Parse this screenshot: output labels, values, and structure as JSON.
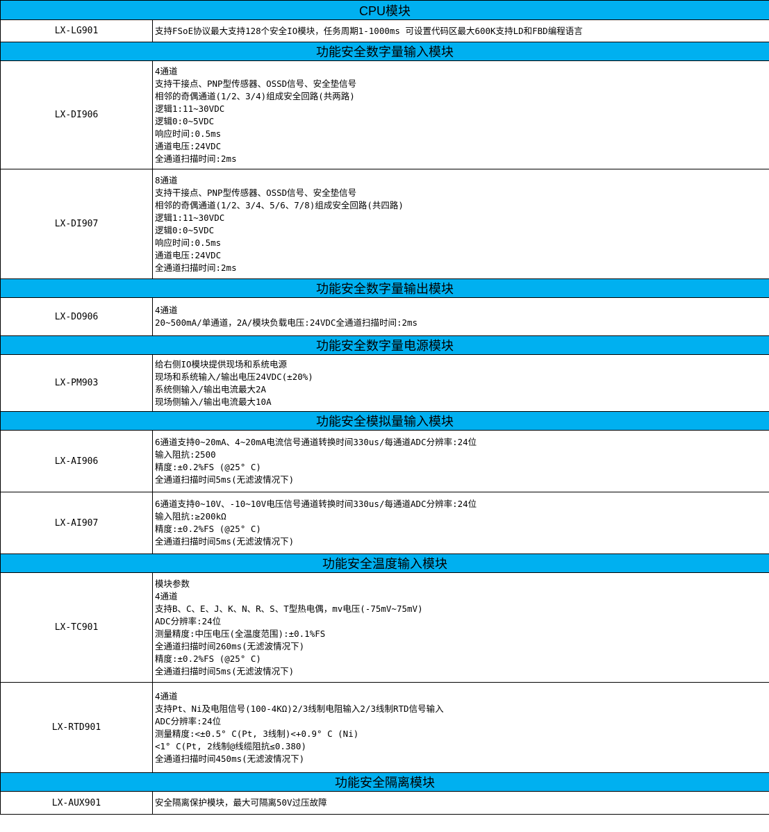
{
  "sections": [
    {
      "title": "CPU模块",
      "rows": [
        {
          "model": "LX-LG901",
          "lines": [
            "支持FSoE协议最大支持128个安全IO模块，任务周期1-1000ms 可设置代码区最大600K支持LD和FBD编程语言"
          ]
        }
      ]
    },
    {
      "title": "功能安全数字量输入模块",
      "rows": [
        {
          "model": "LX-DI906",
          "lines": [
            "4通道",
            "支持干接点、PNP型传感器、OSSD信号、安全垫信号",
            "相邻的奇偶通道(1/2、3/4)组成安全回路(共两路)",
            "逻辑1:11~30VDC",
            "逻辑0:0~5VDC",
            "响应时间:0.5ms",
            "通道电压:24VDC",
            "全通道扫描时间:2ms"
          ]
        },
        {
          "model": "LX-DI907",
          "lines": [
            "8通道",
            "支持干接点、PNP型传感器、OSSD信号、安全垫信号",
            "相邻的奇偶通道(1/2、3/4、5/6、7/8)组成安全回路(共四路)",
            "逻辑1:11~30VDC",
            "逻辑0:0~5VDC",
            "响应时间:0.5ms",
            "通道电压:24VDC",
            "全通道扫描时间:2ms"
          ]
        }
      ]
    },
    {
      "title": "功能安全数字量输出模块",
      "rows": [
        {
          "model": "LX-DO906",
          "lines": [
            "4通道",
            "20~500mA/单通道，2A/模块负载电压:24VDC全通道扫描时间:2ms"
          ]
        }
      ]
    },
    {
      "title": "功能安全数字量电源模块",
      "rows": [
        {
          "model": "LX-PM903",
          "lines": [
            "给右侧IO模块提供现场和系统电源",
            "现场和系统输入/输出电压24VDC(±20%)",
            "系统侧输入/输出电流最大2A",
            "现场侧输入/输出电流最大10A"
          ]
        }
      ]
    },
    {
      "title": "功能安全模拟量输入模块",
      "rows": [
        {
          "model": "LX-AI906",
          "lines": [
            "6通道支持0~20mA、4~20mA电流信号通道转换时间330us/每通道ADC分辨率:24位",
            "输入阻抗:2500",
            "精度:±0.2%FS (@25° C)",
            "全通道扫描时间5ms(无滤波情况下)"
          ]
        },
        {
          "model": "LX-AI907",
          "lines": [
            "6通道支持0~10V、-10~10V电压信号通道转换时间330us/每通道ADC分辨率:24位",
            "输入阻抗:≥200kΩ",
            "精度:±0.2%FS (@25° C)",
            "全通道扫描时间5ms(无滤波情况下)"
          ]
        }
      ]
    },
    {
      "title": "功能安全温度输入模块",
      "rows": [
        {
          "model": "LX-TC901",
          "lines": [
            "模块参数",
            "4通道",
            "支持B、C、E、J、K、N、R、S、T型热电偶，mv电压(-75mV~75mV)",
            "ADC分辨率:24位",
            "测量精度:中压电压(全温度范围):±0.1%FS",
            "全通道扫描时间260ms(无滤波情况下)",
            "精度:±0.2%FS (@25° C)",
            "全通道扫描时间5ms(无滤波情况下)"
          ]
        },
        {
          "model": "LX-RTD901",
          "lines": [
            "4通道",
            "支持Pt、Ni及电阻信号(100-4KΩ)2/3线制电阻输入2/3线制RTD信号输入",
            "ADC分辨率:24位",
            "测量精度:<±0.5° C(Pt, 3线制)<+0.9° C (Ni)",
            "<1° C(Pt, 2线制@线缆阻抗≤0.380)",
            "全通道扫描时间450ms(无滤波情况下)"
          ]
        }
      ]
    },
    {
      "title": "功能安全隔离模块",
      "rows": [
        {
          "model": "LX-AUX901",
          "lines": [
            "安全隔离保护模块，最大可隔离50V过压故障"
          ]
        }
      ]
    }
  ],
  "colors": {
    "section_header_bg": "#00b0f0",
    "border": "#000000",
    "cell_bg": "#ffffff"
  }
}
